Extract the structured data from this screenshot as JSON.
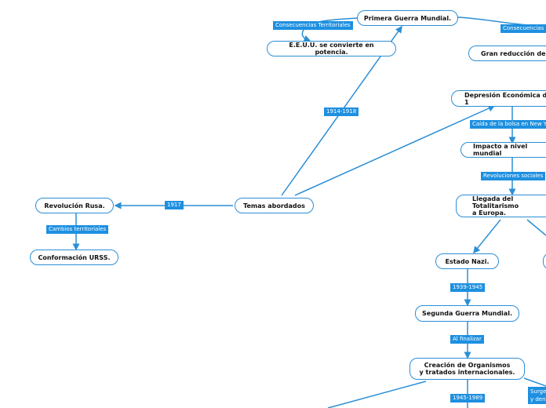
{
  "nodes": {
    "temas": "Temas abordados",
    "primera_guerra": "Primera Guerra Mundial.",
    "eeuu": "E.E.U.U. se convierte en potencia.",
    "gran_reduccion": "Gran reducción de la",
    "depresion": "Depresión Económica de 1",
    "impacto": "Impacto a nivel mundial",
    "llegada": "Llegada del Totalitarismo\na Europa.",
    "estado_nazi": "Estado Nazi.",
    "segunda_guerra": "Segunda Guerra Mundial.",
    "creacion": "Creación de Organismos\ny tratados internacionales.",
    "revolucion_rusa": "Revolución Rusa.",
    "urss": "Conformación URSS."
  },
  "links": {
    "consecuencias_territoriales": "Consecuencias Territoriales",
    "consecuencias_d": "Consecuencias D",
    "y1914_1918": "1914-1918",
    "y1917": "1917",
    "caida_bolsa": "Caída de la bolsa en New Yor",
    "revoluciones_sociales": "Revoluciones sociales",
    "cambios_territoriales": "Cambios territoriales",
    "y1939_1945": "1939-1945",
    "al_finalizar": "Al finalizar",
    "y1945_1989": "1945-1989",
    "surge": "Surge\ny den"
  },
  "colors": {
    "line": "#2b8fd6",
    "label_bg": "#1e90e0",
    "node_border": "#2b8fd6"
  }
}
